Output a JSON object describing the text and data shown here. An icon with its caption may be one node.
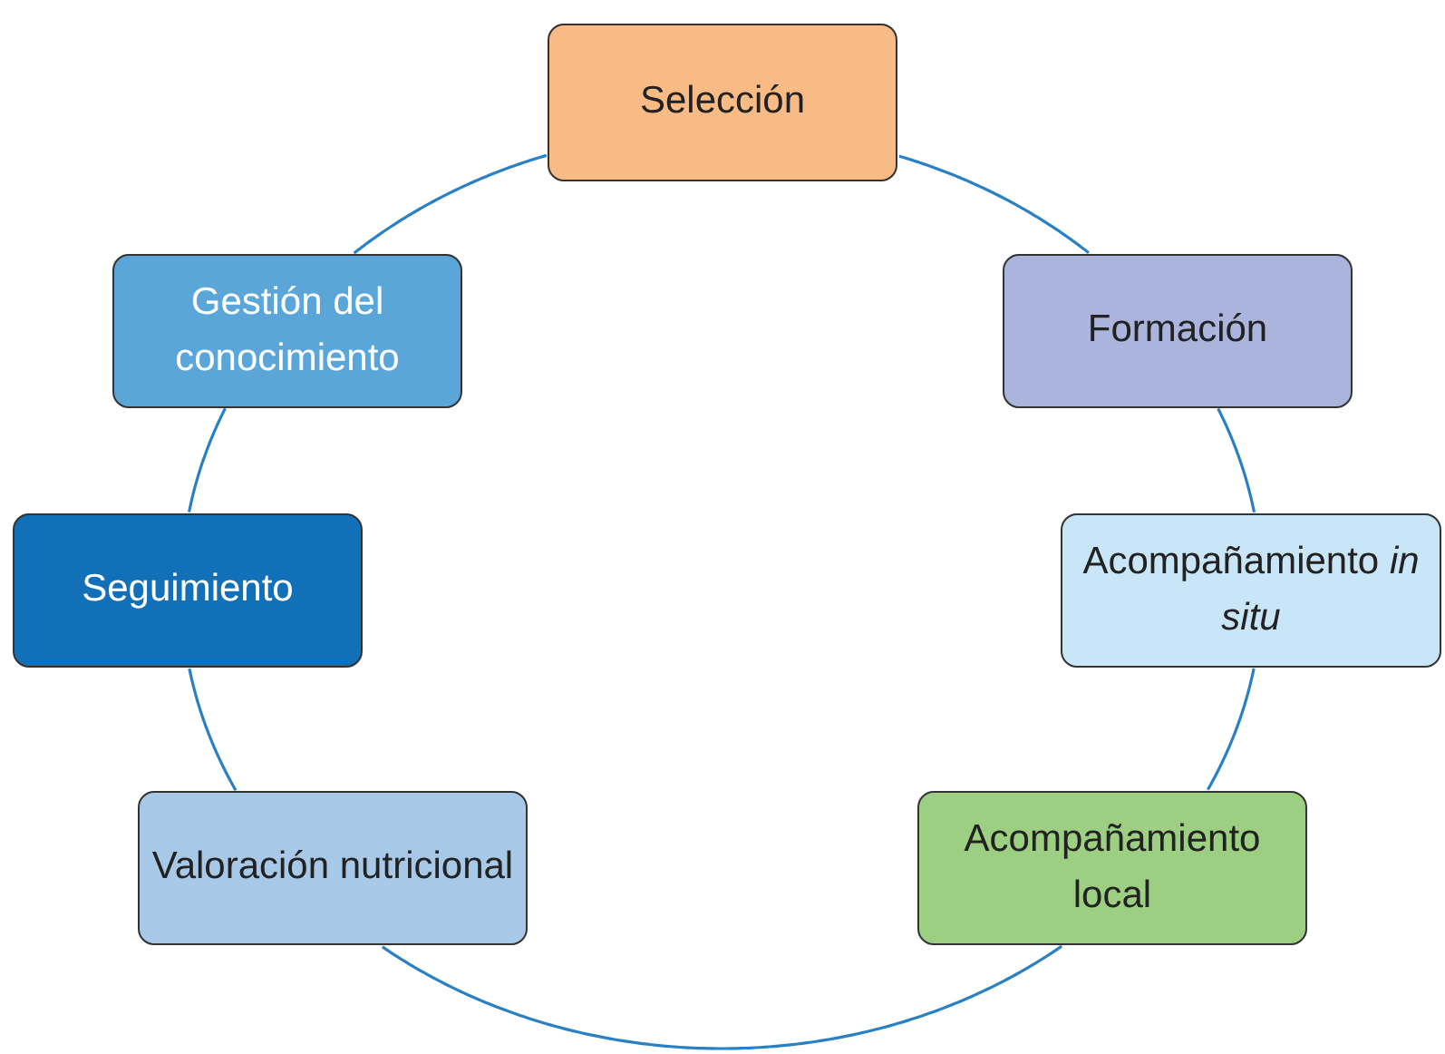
{
  "diagram": {
    "nodes": [
      {
        "text": [
          "Selección"
        ]
      },
      {
        "text": [
          "Formación"
        ]
      },
      {
        "text": [
          "Acompañamiento *in situ*"
        ]
      },
      {
        "text": [
          "Acompañamiento local"
        ]
      },
      {
        "text": [
          "Valoración nutricional"
        ]
      },
      {
        "text": [
          "Seguimiento"
        ]
      },
      {
        "text": [
          "Gestión del conocimiento"
        ]
      }
    ],
    "edges": [
      {
        "from": 0,
        "to": 1,
        "arrow": "none"
      },
      {
        "from": 1,
        "to": 2,
        "arrow": "none"
      },
      {
        "from": 2,
        "to": 3,
        "arrow": "none"
      },
      {
        "from": 3,
        "to": 4,
        "arrow": "none"
      },
      {
        "from": 4,
        "to": 5,
        "arrow": "none"
      },
      {
        "from": 5,
        "to": 6,
        "arrow": "none"
      },
      {
        "from": 6,
        "to": 0,
        "arrow": "none"
      }
    ]
  }
}
